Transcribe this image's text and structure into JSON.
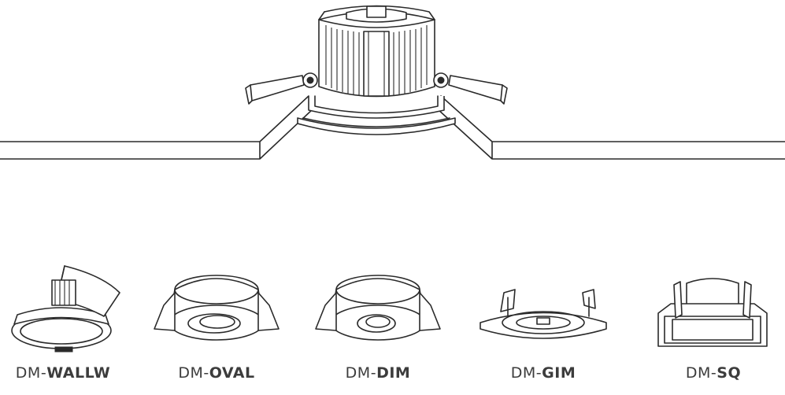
{
  "products": [
    {
      "prefix": "DM-",
      "suffix": "WALLW"
    },
    {
      "prefix": "DM-",
      "suffix": "OVAL"
    },
    {
      "prefix": "DM-",
      "suffix": "DIM"
    },
    {
      "prefix": "DM-",
      "suffix": "GIM"
    },
    {
      "prefix": "DM-",
      "suffix": "SQ"
    }
  ]
}
